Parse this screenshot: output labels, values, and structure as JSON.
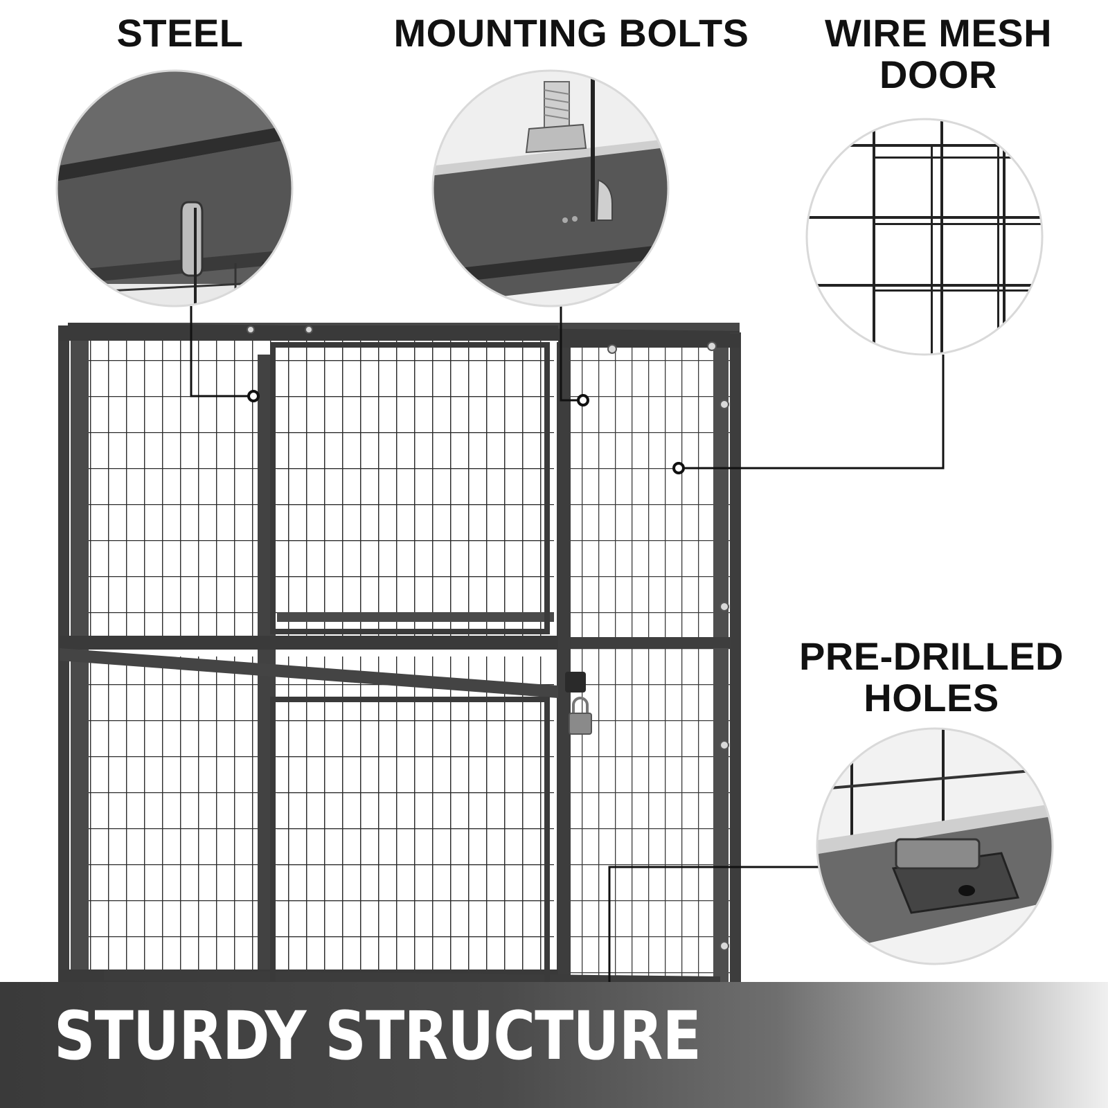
{
  "labels": {
    "steel": "STEEL",
    "mounting_bolts": "MOUNTING BOLTS",
    "wire_mesh_line1": "WIRE MESH",
    "wire_mesh_line2": "DOOR",
    "pre_drilled_line1": "PRE-DRILLED",
    "pre_drilled_line2": "HOLES"
  },
  "banner": {
    "text": "STURDY STRUCTURE"
  },
  "colors": {
    "frame": "#3d3d3d",
    "mesh": "#2b2b2b",
    "callout_line": "#111111",
    "banner_dark": "#3a3a3a",
    "banner_text": "#ffffff"
  },
  "icons": [
    "padlock-icon",
    "bolt-icon"
  ]
}
